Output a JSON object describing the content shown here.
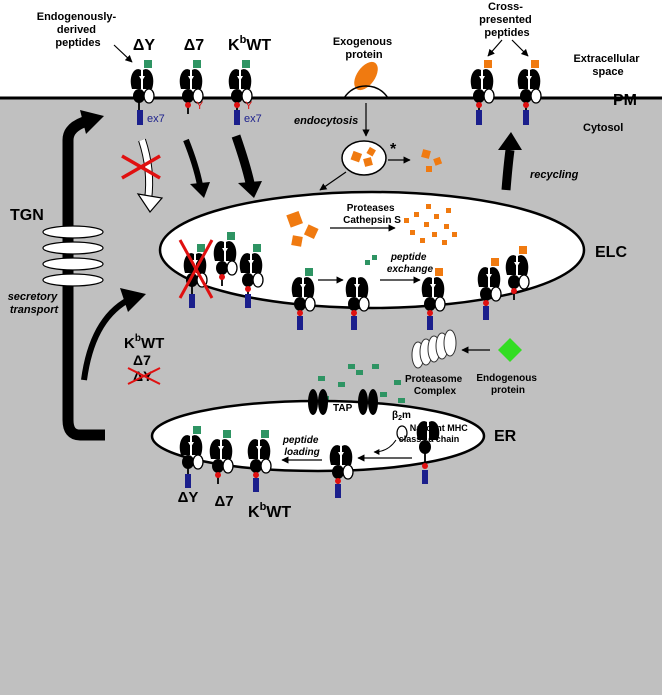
{
  "labels": {
    "endogenously_derived_peptides": [
      "Endogenously-",
      "derived",
      "peptides"
    ],
    "delta_y": "ΔY",
    "delta_7": "Δ7",
    "kb_wt_k": "K",
    "kb_wt_b": "b",
    "kb_wt_wt": "WT",
    "exogenous_protein": [
      "Exogenous",
      "protein"
    ],
    "cross_presented_peptides": [
      "Cross-",
      "presented",
      "peptides"
    ],
    "extracellular_space": [
      "Extracellular",
      "space"
    ],
    "pm": "PM",
    "cytosol": "Cytosol",
    "ex7": "ex7",
    "y_residue": "Y",
    "endocytosis": "endocytosis",
    "asterisk": "*",
    "recycling": "recycling",
    "tgn": "TGN",
    "secretory_transport": [
      "secretory",
      "transport"
    ],
    "proteases_cathepsin_s": [
      "Proteases",
      "Cathepsin S"
    ],
    "peptide_exchange": [
      "peptide",
      "exchange"
    ],
    "elc": "ELC",
    "proteasome_complex": [
      "Proteasome",
      "Complex"
    ],
    "endogenous_protein": [
      "Endogenous",
      "protein"
    ],
    "tap": "TAP",
    "beta2m_beta": "β",
    "beta2m_2": "2",
    "beta2m_m": "m",
    "nascent_mhc": [
      "Nascent MHC",
      "class I",
      "α",
      "chain"
    ],
    "er": "ER",
    "peptide_loading": [
      "peptide",
      "loading"
    ],
    "er_delta_y": "ΔY",
    "er_delta_7": "Δ7"
  },
  "colors": {
    "cytosol_bg": "#c0c0c0",
    "extracellular_bg": "#ffffff",
    "peptide_green": "#2e9463",
    "peptide_orange": "#f07a10",
    "tail_blue": "#1b1f8c",
    "marker_red": "#e01010",
    "cross_red": "#e01010"
  }
}
